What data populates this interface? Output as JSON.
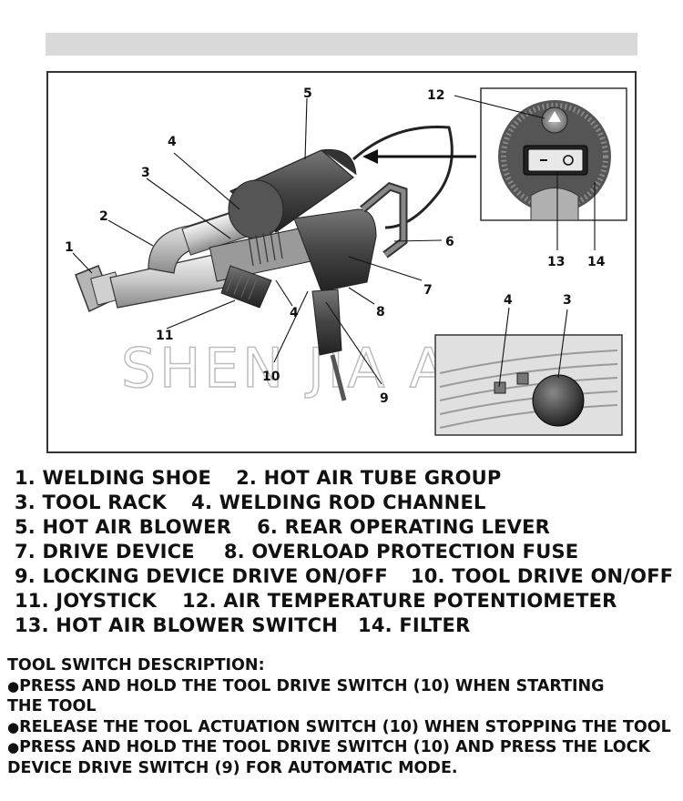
{
  "callouts": {
    "c1": "1",
    "c2": "2",
    "c3": "3",
    "c4": "4",
    "c5": "5",
    "c6": "6",
    "c7": "7",
    "c8": "8",
    "c9": "9",
    "c10": "10",
    "c11": "11",
    "c12": "12",
    "c13": "13",
    "c14": "14",
    "c4b": "4",
    "c4c": "4",
    "c3b": "3"
  },
  "watermark": "SHEN JIA AO",
  "legend": [
    [
      "1. WELDING SHOE",
      "2. HOT AIR TUBE GROUP"
    ],
    [
      "3. TOOL RACK",
      "4. WELDING ROD CHANNEL"
    ],
    [
      "5. HOT AIR BLOWER",
      "6. REAR OPERATING LEVER"
    ],
    [
      "7. DRIVE DEVICE",
      "8. OVERLOAD PROTECTION FUSE"
    ],
    [
      "9. LOCKING DEVICE DRIVE ON/OFF",
      "10. TOOL DRIVE ON/OFF"
    ],
    [
      "11. JOYSTICK",
      "12. AIR TEMPERATURE POTENTIOMETER"
    ],
    [
      "13. HOT AIR BLOWER SWITCH",
      "14. FILTER"
    ]
  ],
  "description": {
    "heading": "TOOL SWITCH DESCRIPTION:",
    "bullet": "●",
    "line1": "PRESS AND HOLD THE TOOL DRIVE SWITCH (10) WHEN STARTING",
    "line1b": "THE TOOL",
    "line2": "RELEASE THE TOOL ACTUATION SWITCH (10) WHEN STOPPING THE TOOL",
    "line3": "PRESS AND HOLD THE TOOL DRIVE SWITCH (10) AND PRESS THE LOCK",
    "line3b": "DEVICE DRIVE SWITCH (9) FOR AUTOMATIC MODE."
  }
}
